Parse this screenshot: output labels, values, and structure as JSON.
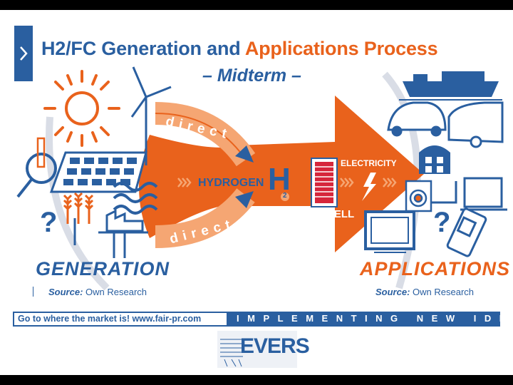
{
  "slide": {
    "title_part1": "H2/FC Generation and ",
    "title_part2": "Applications Process",
    "subtitle": "– Midterm –"
  },
  "diagram": {
    "arrow_upper": "direct",
    "arrow_lower": "direct",
    "hydrogen": "HYDROGEN",
    "h_symbol": "H",
    "h_subscript": "2",
    "electricity": "ELECTRICITY",
    "fuel_cell": "FUEL CELL",
    "question_mark_left": "?",
    "question_mark_right": "?"
  },
  "generation": {
    "label": "GENERATION",
    "source_prefix": "Source:",
    "source_text": " Own Research"
  },
  "applications": {
    "label": "APPLICATIONS",
    "source_prefix": "Source:",
    "source_text": " Own Research"
  },
  "banner": {
    "left_text": "Go to where the market is!  www.fair-pr.com",
    "tagline": "IMPLEMENTING NEW IDEAS"
  },
  "logo": {
    "text": "EVERS"
  },
  "colors": {
    "blue": "#2a5fa0",
    "orange": "#e9621c",
    "light_orange": "#f5a673",
    "red": "#d6263b"
  }
}
